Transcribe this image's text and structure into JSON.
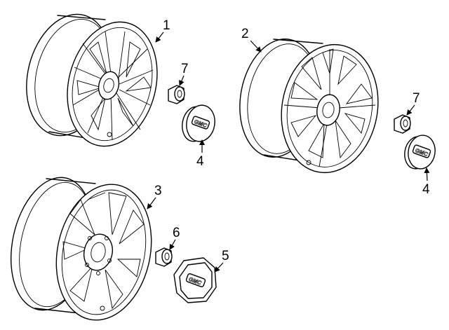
{
  "callouts": {
    "wheel_1": "1",
    "wheel_2": "2",
    "wheel_3": "3",
    "center_cap_4a": "4",
    "center_cap_4b": "4",
    "center_cap_5": "5",
    "lug_nut_6": "6",
    "lug_nut_7a": "7",
    "lug_nut_7b": "7"
  },
  "logo": {
    "cap_4a": "GMC",
    "cap_4b": "GMC",
    "cap_5": "GMC"
  }
}
